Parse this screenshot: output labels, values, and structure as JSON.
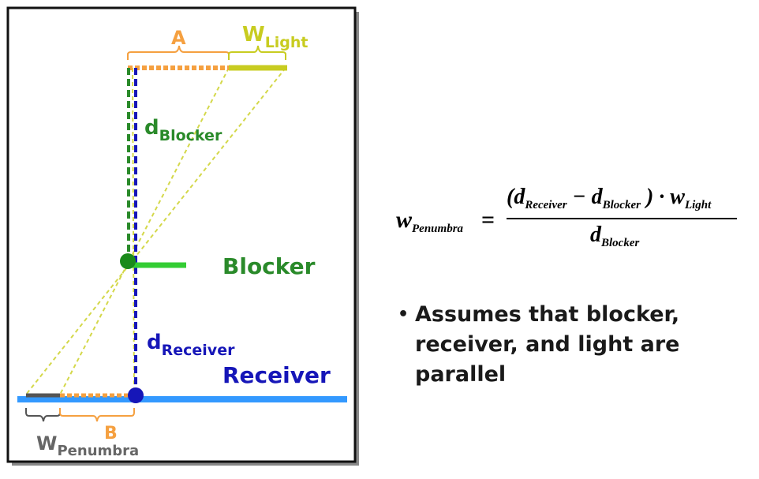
{
  "diagram": {
    "label_a": "A",
    "label_wlight_main": "W",
    "label_wlight_sub": "Light",
    "label_dblocker_main": "d",
    "label_dblocker_sub": "Blocker",
    "label_blocker": "Blocker",
    "label_dreceiver_main": "d",
    "label_dreceiver_sub": "Receiver",
    "label_receiver": "Receiver",
    "label_b": "B",
    "label_wpenumbra_main": "W",
    "label_wpenumbra_sub": "Penumbra"
  },
  "colors": {
    "orange": "#f5a040",
    "light": "#c8cc20",
    "green": "#2a8a2a",
    "blocker_bar": "#33cc33",
    "blue": "#1616b8",
    "receiver_bar": "#3399ff",
    "gray": "#666666"
  },
  "formula": {
    "lhs_var": "w",
    "lhs_sub": "Penumbra",
    "equals": "=",
    "num_open": "(d",
    "num_sub1": "Receiver",
    "num_minus": " − d",
    "num_sub2": "Blocker",
    "num_close": " ) · w",
    "num_sub3": "Light",
    "den_var": "d",
    "den_sub": "Blocker"
  },
  "bullet": {
    "text": "Assumes that blocker,\nreceiver, and light are\nparallel"
  }
}
